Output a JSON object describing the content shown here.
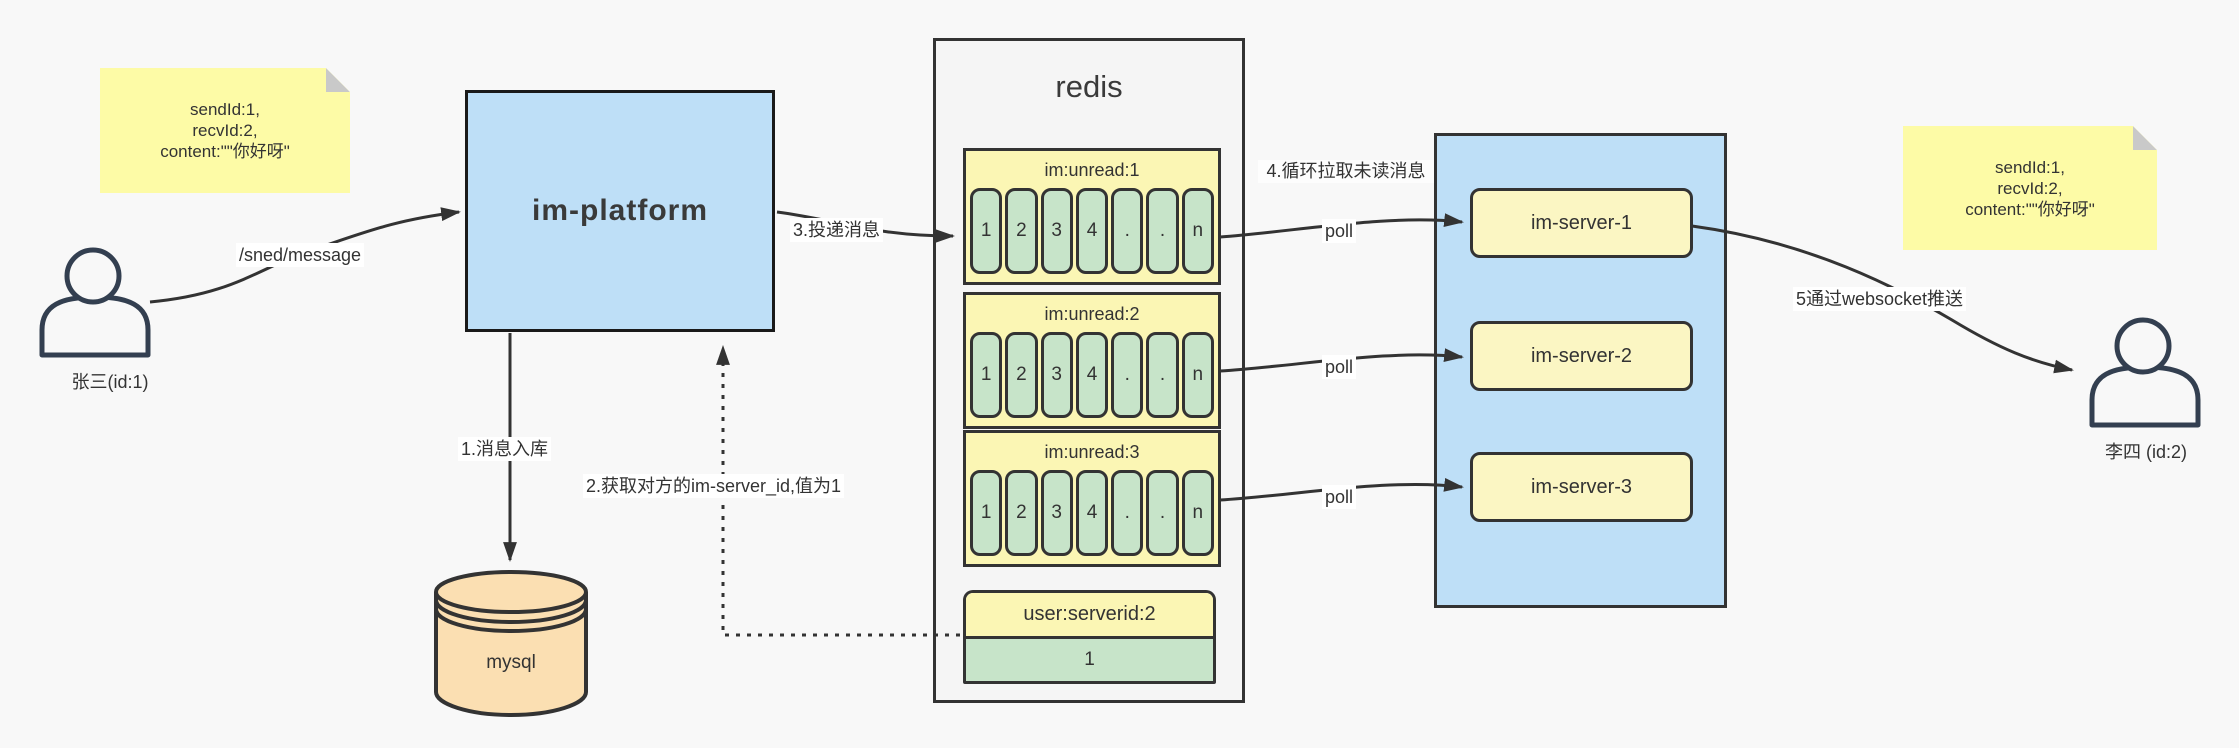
{
  "notes": {
    "left": {
      "lines": [
        "sendId:1,",
        "recvId:2,",
        "content:\"\"你好呀\""
      ]
    },
    "right": {
      "lines": [
        "sendId:1,",
        "recvId:2,",
        "content:\"\"你好呀\""
      ]
    }
  },
  "users": {
    "sender": {
      "label": "张三(id:1)"
    },
    "receiver": {
      "label": "李四 (id:2)"
    }
  },
  "platform": {
    "label": "im-platform"
  },
  "mysql": {
    "label": "mysql"
  },
  "redis": {
    "title": "redis",
    "lists": [
      {
        "title": "im:unread:1",
        "cells": [
          "1",
          "2",
          "3",
          "4",
          ".",
          ".",
          "n"
        ]
      },
      {
        "title": "im:unread:2",
        "cells": [
          "1",
          "2",
          "3",
          "4",
          ".",
          ".",
          "n"
        ]
      },
      {
        "title": "im:unread:3",
        "cells": [
          "1",
          "2",
          "3",
          "4",
          ".",
          ".",
          "n"
        ]
      }
    ],
    "kv": {
      "title": "user:serverid:2",
      "value": "1"
    }
  },
  "servers": {
    "items": [
      {
        "label": "im-server-1"
      },
      {
        "label": "im-server-2"
      },
      {
        "label": "im-server-3"
      }
    ]
  },
  "edges": {
    "send": "/sned/message",
    "store": "1.消息入库",
    "lookup": "2.获取对方的im-server_id,值为1",
    "deliver": "3.投递消息",
    "poll_note": "4.循环拉取未读消息",
    "poll": "poll",
    "push": "5通过websocket推送"
  },
  "colors": {
    "background": "#f8f8f8",
    "note_yellow": "#fdfba6",
    "box_blue": "#bedff7",
    "list_yellow": "#fbf6b4",
    "cell_green": "#c7e4c9",
    "mysql_tan": "#fbdfb2",
    "line_dark": "#333333"
  }
}
